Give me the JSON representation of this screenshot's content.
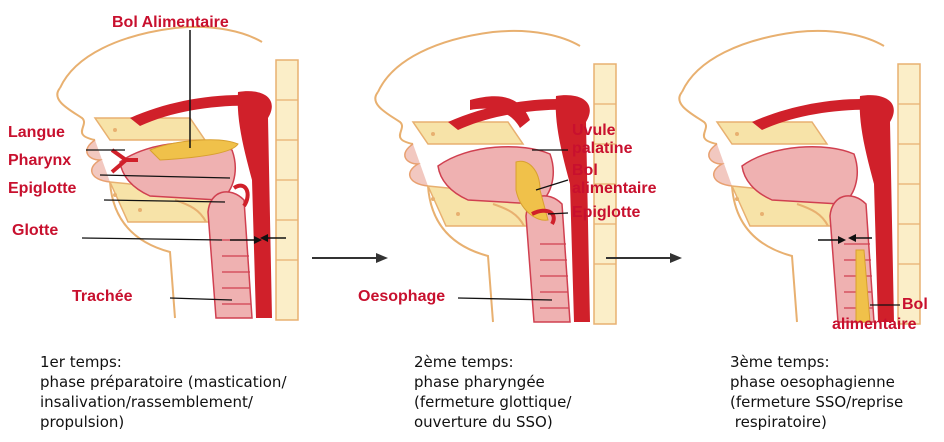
{
  "colors": {
    "label": "#c8102e",
    "tissue": "#d0202a",
    "pink": "#efb1b1",
    "beige": "#f7e3a8",
    "outline": "#e8b070",
    "bolus": "#f0c14a"
  },
  "panel1": {
    "labels": {
      "bol": "Bol Alimentaire",
      "langue": "Langue",
      "pharynx": "Pharynx",
      "epiglotte": "Epiglotte",
      "glotte": "Glotte",
      "trachee": "Trachée"
    },
    "caption": {
      "line1": "1er temps:",
      "line2": "phase préparatoire (mastication/",
      "line3": "insalivation/rassemblement/",
      "line4": "propulsion)"
    }
  },
  "panel2": {
    "labels": {
      "uvule1": "Uvule",
      "uvule2": "palatine",
      "bol1": "Bol",
      "bol2": "alimentaire",
      "epiglotte": "Epiglotte",
      "oesophage": "Oesophage"
    },
    "caption": {
      "line1": "2ème temps:",
      "line2": "phase pharyngée",
      "line3": "(fermeture glottique/",
      "line4": "ouverture du SSO)"
    }
  },
  "panel3": {
    "labels": {
      "bol1": "Bol",
      "bol2": "alimentaire"
    },
    "caption": {
      "line1": "3ème temps:",
      "line2": "phase oesophagienne",
      "line3": "(fermeture SSO/reprise",
      "line4": " respiratoire)"
    }
  }
}
